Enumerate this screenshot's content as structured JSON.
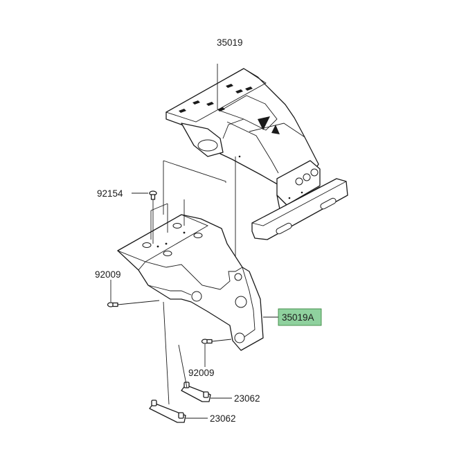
{
  "parts": [
    {
      "number": "35019",
      "highlighted": false
    },
    {
      "number": "92154",
      "highlighted": false
    },
    {
      "number": "92009",
      "highlighted": false
    },
    {
      "number": "35019A",
      "highlighted": true
    },
    {
      "number": "92009",
      "highlighted": false
    },
    {
      "number": "23062",
      "highlighted": false
    },
    {
      "number": "23062",
      "highlighted": false
    }
  ],
  "colors": {
    "highlight": "#8fd19e",
    "line": "#1a1a1a",
    "background": "#ffffff"
  }
}
